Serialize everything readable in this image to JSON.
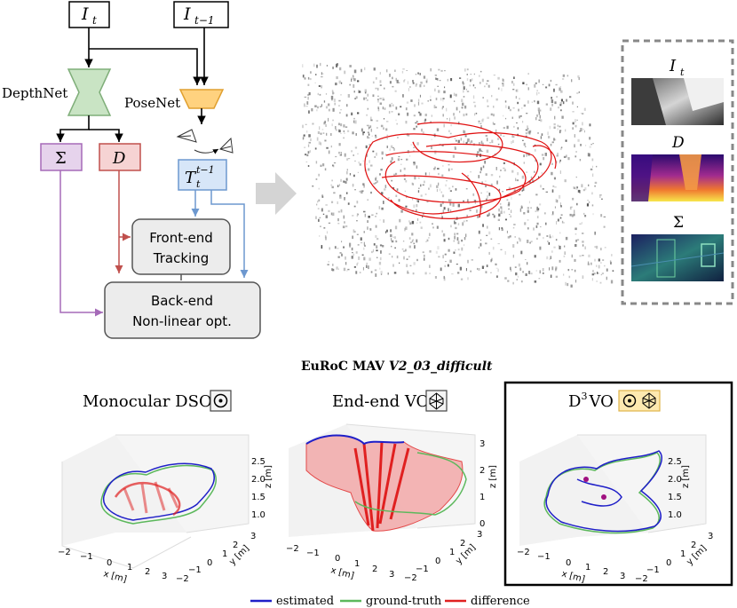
{
  "pipeline": {
    "input_current": "I",
    "input_current_sub": "t",
    "input_prev": "I",
    "input_prev_sub": "t−1",
    "depthnet_label": "DepthNet",
    "posenet_label": "PoseNet",
    "sigma_label": "Σ",
    "depth_label": "D",
    "pose_main": "T",
    "pose_sub": "t",
    "pose_sup": "t−1",
    "frontend_line1": "Front-end",
    "frontend_line2": "Tracking",
    "backend_line1": "Back-end",
    "backend_line2": "Non-linear opt."
  },
  "inset": {
    "label_image": "I",
    "label_image_sub": "t",
    "label_depth": "D",
    "label_sigma": "Σ"
  },
  "section_title": "EuRoC MAV",
  "section_title_italic": "V2_03_difficult",
  "plots": [
    {
      "title": "Monocular DSO",
      "z_ticks": [
        "2.5",
        "2.0",
        "1.5",
        "1.0"
      ],
      "z_label": "z [m]",
      "x_ticks": [
        "−2",
        "−1",
        "0",
        "1",
        "2",
        "3"
      ],
      "x_label": "x [m]",
      "y_ticks": [
        "3",
        "2",
        "1",
        "0",
        "−1",
        "−2"
      ],
      "y_label": "y [m]"
    },
    {
      "title": "End-end VO",
      "z_ticks": [
        "3",
        "2",
        "1",
        "0"
      ],
      "z_label": "z [m]",
      "x_ticks": [
        "−2",
        "−1",
        "0",
        "1",
        "2",
        "3"
      ],
      "x_label": "x [m]",
      "y_ticks": [
        "3",
        "2",
        "1",
        "0",
        "−1",
        "−2"
      ],
      "y_label": "y [m]"
    },
    {
      "title_main": "D",
      "title_sup": "3",
      "title_rest": "VO",
      "z_ticks": [
        "2.5",
        "2.0",
        "1.5",
        "1.0"
      ],
      "z_label": "z [m]",
      "x_ticks": [
        "−2",
        "−1",
        "0",
        "1",
        "2",
        "3"
      ],
      "x_label": "x [m]",
      "y_ticks": [
        "3",
        "2",
        "1",
        "0",
        "−1",
        "−2"
      ],
      "y_label": "y [m]"
    }
  ],
  "legend": {
    "estimated": "estimated",
    "ground_truth": "ground-truth",
    "difference": "difference"
  },
  "colors": {
    "depthnet": "#c9e4c4",
    "posenet": "#ffd27f",
    "sigma_box": "#e6d3ec",
    "depth_box": "#f6d3d3",
    "pose_box": "#d7e6f8",
    "sigma_line": "#a56ab8",
    "depth_line": "#c0504d",
    "pose_line": "#6d98cf",
    "estimated": "#1f1fc8",
    "ground_truth": "#5cb85c",
    "difference": "#e02020"
  }
}
